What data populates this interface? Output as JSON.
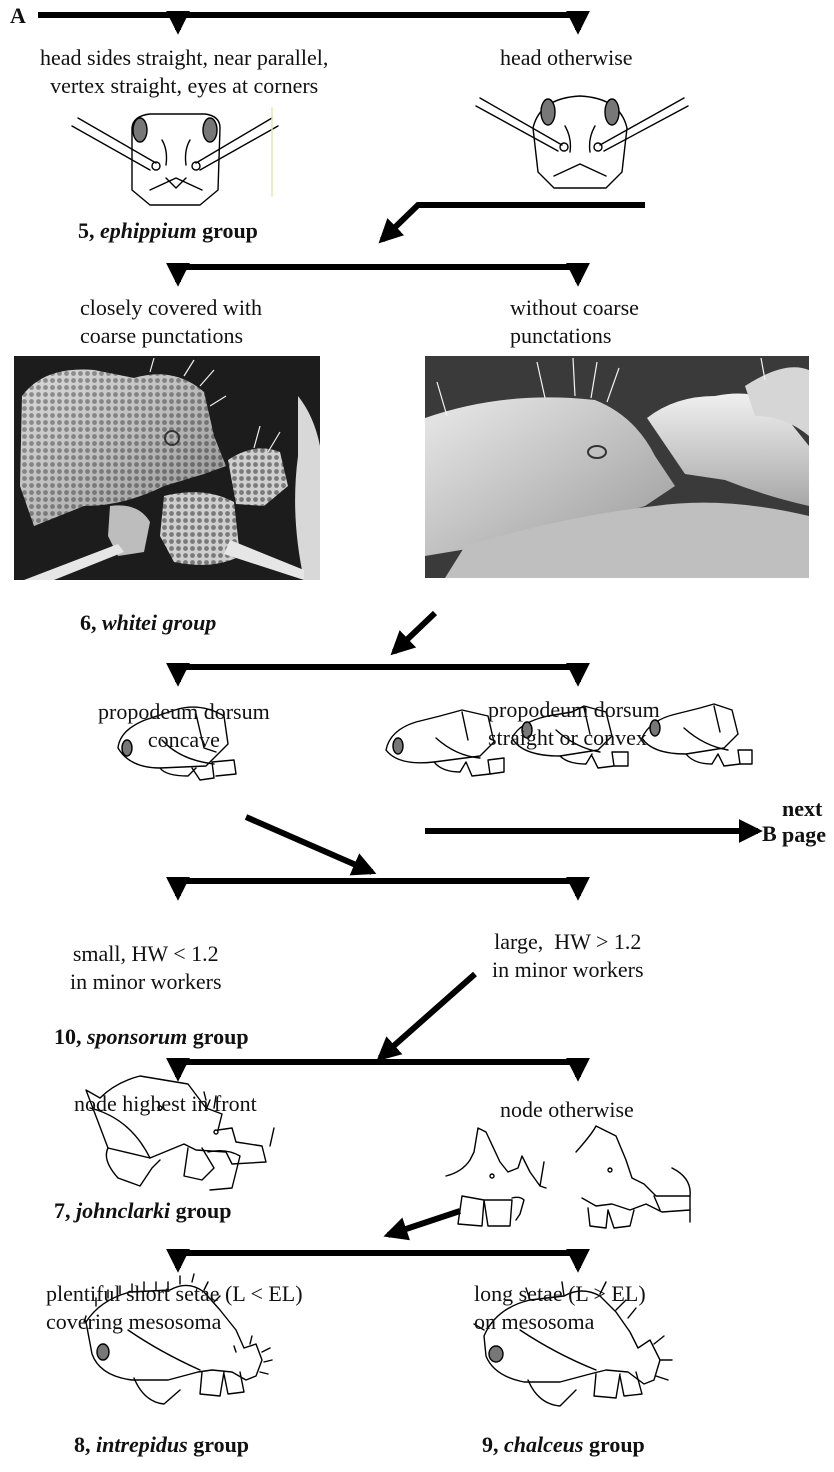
{
  "markers": {
    "start": "A",
    "end": "B",
    "next_page": "next\npage"
  },
  "step1": {
    "left_text": "head sides straight, near parallel,\nvertex straight, eyes at corners",
    "right_text": "head otherwise",
    "result_num": "5,",
    "result_name": "ephippium",
    "result_suffix": "group"
  },
  "step2": {
    "left_text": "closely covered with\ncoarse punctations",
    "right_text": "without coarse\npunctations",
    "result_num": "6,",
    "result_name": "whitei group",
    "result_suffix": ""
  },
  "step3": {
    "left_text": "propodeum dorsum\nconcave",
    "right_text": "propodeum dorsum\nstraight or convex"
  },
  "step4": {
    "left_text": "small, HW < 1.2\nin minor workers",
    "right_text": "large,  HW > 1.2\nin minor workers",
    "result_num": "10,",
    "result_name": "sponsorum",
    "result_suffix": "group"
  },
  "step5": {
    "left_text": "node highest in front",
    "right_text": "node otherwise",
    "result_num": "7,",
    "result_name": "johnclarki",
    "result_suffix": "group"
  },
  "step6": {
    "left_text": "plentiful short setae (L < EL)\ncovering mesosoma",
    "right_text": "long setae (L > EL)\non mesosoma",
    "left_num": "8,",
    "left_name": "intrepidus",
    "left_suffix": "group",
    "right_num": "9,",
    "right_name": "chalceus",
    "right_suffix": "group"
  },
  "colors": {
    "ink": "#000000",
    "eye": "#777777",
    "photo_bg": "#1c1c1c"
  }
}
